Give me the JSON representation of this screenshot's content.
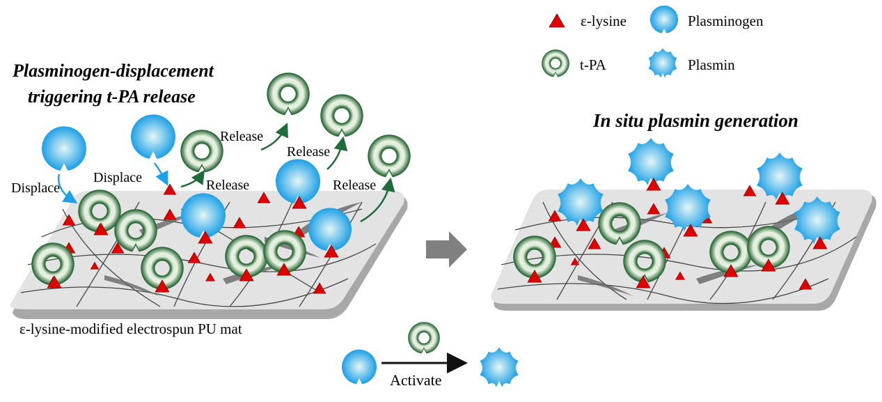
{
  "legend": {
    "items": [
      {
        "symbol": "triangle-icon",
        "label": "ε-lysine"
      },
      {
        "symbol": "plasminogen-icon",
        "label": "Plasminogen"
      },
      {
        "symbol": "tpa-ring-icon",
        "label": "t-PA"
      },
      {
        "symbol": "plasmin-star-icon",
        "label": "Plasmin"
      }
    ]
  },
  "left_panel": {
    "title_line1": "Plasminogen-displacement",
    "title_line2": "triggering t-PA release",
    "caption": "ε-lysine-modified electrospun PU mat",
    "labels": {
      "displace_1": "Displace",
      "displace_2": "Displace",
      "release_1": "Release",
      "release_2": "Release",
      "release_3": "Release",
      "release_4": "Release"
    }
  },
  "right_panel": {
    "title": "In situ plasmin generation"
  },
  "reaction": {
    "label": "Activate"
  },
  "colors": {
    "lysine": "#e00000",
    "tpa_dark": "#2e6b3a",
    "tpa_light": "#e6f2e2",
    "plasminogen": "#1ea0e6",
    "plasminogen_light": "#dff3f7",
    "mat": "#e3e3e3",
    "mat_edge": "#a8a8a8",
    "arrow_displace": "#1ea0e6",
    "arrow_release": "#1f6b3a",
    "process_arrow": "#808080"
  }
}
